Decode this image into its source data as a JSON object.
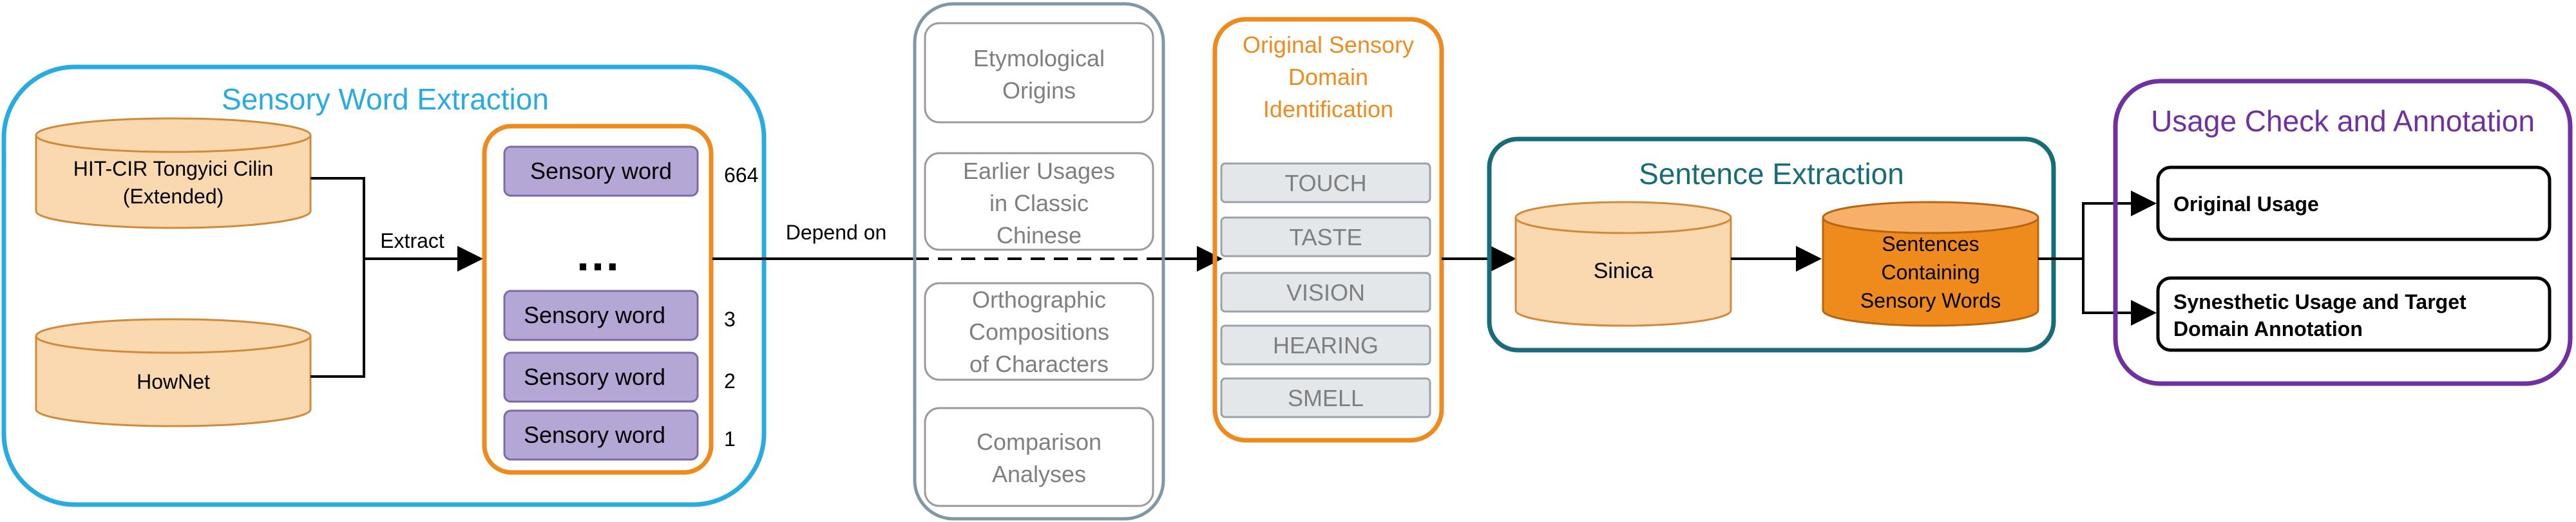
{
  "colors": {
    "extraction_border": "#29abe2",
    "orange_border": "#ed8b1e",
    "gray_border": "#7f98a3",
    "teal_border": "#176c78",
    "purple_border": "#7030a0",
    "db_fill": "#fbd9b0",
    "db_stroke": "#d08a3a",
    "db_dark_fill": "#ef8a1c",
    "db_dark_top": "#f6b06a",
    "word_fill": "#b4a7d6",
    "word_stroke": "#7d6aa8",
    "sense_fill": "#e4e7ea",
    "sense_stroke": "#9aa3ab"
  },
  "extraction": {
    "title": "Sensory Word Extraction",
    "db1_line1": "HIT-CIR Tongyici Cilin",
    "db1_line2": "(Extended)",
    "db2": "HowNet",
    "extract_label": "Extract",
    "words": [
      {
        "label": "Sensory word",
        "count": "664"
      },
      {
        "label": "Sensory word",
        "count": "3"
      },
      {
        "label": "Sensory word",
        "count": "2"
      },
      {
        "label": "Sensory word",
        "count": "1"
      }
    ],
    "ellipsis": "…"
  },
  "depend_label": "Depend on",
  "evidence": {
    "items": [
      {
        "line1": "Etymological",
        "line2": "Origins",
        "line3": ""
      },
      {
        "line1": "Earlier Usages",
        "line2": "in Classic",
        "line3": "Chinese"
      },
      {
        "line1": "Orthographic",
        "line2": "Compositions",
        "line3": "of Characters"
      },
      {
        "line1": "Comparison",
        "line2": "Analyses",
        "line3": ""
      }
    ]
  },
  "domain": {
    "title_line1": "Original Sensory",
    "title_line2": "Domain",
    "title_line3": "Identification",
    "senses": [
      "TOUCH",
      "TASTE",
      "VISION",
      "HEARING",
      "SMELL"
    ]
  },
  "sentence": {
    "title": "Sentence Extraction",
    "db1": "Sinica",
    "db2_line1": "Sentences",
    "db2_line2": "Containing",
    "db2_line3": "Sensory Words"
  },
  "usage": {
    "title": "Usage Check and Annotation",
    "item1": "Original Usage",
    "item2_line1": "Synesthetic Usage and Target",
    "item2_line2": "Domain Annotation"
  }
}
